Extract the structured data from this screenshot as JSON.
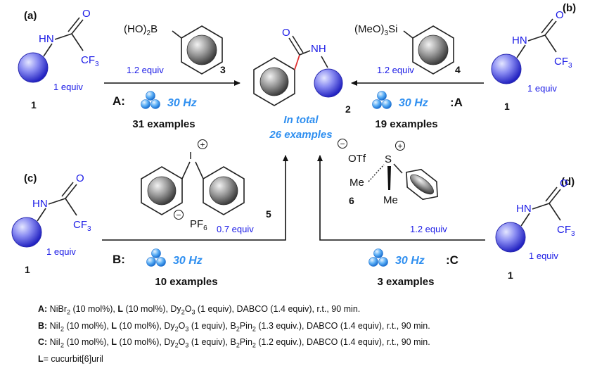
{
  "panels": {
    "a": "(a)",
    "b": "(b)",
    "c": "(c)",
    "d": "(d)"
  },
  "substrate": {
    "nh": "HN",
    "o": "O",
    "cf3": "CF",
    "cf3_sub": "3",
    "equiv": "1 equiv",
    "num": "1"
  },
  "product": {
    "nh": "NH",
    "o": "O",
    "num": "2",
    "total_line1": "In total",
    "total_line2": "26 examples"
  },
  "reagent3": {
    "formula": "(HO)",
    "formula_sub": "2",
    "atom": "B",
    "equiv": "1.2 equiv",
    "num": "3"
  },
  "reagent4": {
    "formula": "(MeO)",
    "formula_sub": "3",
    "atom": "Si",
    "equiv": "1.2 equiv",
    "num": "4"
  },
  "reagent5": {
    "iodine": "I",
    "anion": "PF",
    "anion_sub": "6",
    "equiv": "0.7 equiv",
    "num": "5"
  },
  "reagent6": {
    "anion": "OTf",
    "sulfur": "S",
    "me1": "Me",
    "me2": "Me",
    "equiv": "1.2 equiv",
    "num": "6"
  },
  "charges": {
    "plus": "+",
    "minus": "−"
  },
  "routes": {
    "a_left": {
      "label": "A:",
      "freq": "30 Hz",
      "examples": "31 examples"
    },
    "a_right": {
      "label": ":A",
      "freq": "30 Hz",
      "examples": "19 examples"
    },
    "b": {
      "label": "B:",
      "freq": "30 Hz",
      "examples": "10 examples"
    },
    "c": {
      "label": ":C",
      "freq": "30 Hz",
      "examples": "3 examples"
    }
  },
  "conditions": {
    "A": {
      "tag": "A:",
      "p1": " NiBr",
      "s1": "2",
      "p2": " (10 mol%), ",
      "L": "L",
      "p3": " (10 mol%), Dy",
      "s3": "2",
      "p3b": "O",
      "s3b": "3",
      "p4": " (1 equiv), DABCO (1.4 equiv), r.t., 90 min."
    },
    "B": {
      "tag": "B:",
      "p1": " NiI",
      "s1": "2",
      "p2": " (10 mol%), ",
      "L": "L",
      "p3": " (10 mol%), Dy",
      "s3": "2",
      "p3b": "O",
      "s3b": "3",
      "p4": " (1 equiv), B",
      "s4": "2",
      "p4b": "Pin",
      "s4b": "2",
      "p5": " (1.3 equiv.), DABCO (1.4 equiv), r.t., 90 min."
    },
    "C": {
      "tag": "C:",
      "p1": " NiI",
      "s1": "2",
      "p2": " (10 mol%), ",
      "L": "L",
      "p3": " (10 mol%), Dy",
      "s3": "2",
      "p3b": "O",
      "s3b": "3",
      "p4": " (1 equiv), B",
      "s4": "2",
      "p4b": "Pin",
      "s4b": "2",
      "p5": " (1.2 equiv.), DABCO (1.4 equiv), r.t., 90 min."
    },
    "L_def": {
      "tag": "L",
      "text": "= cucurbit[6]uril"
    }
  },
  "colors": {
    "blue_text": "#1a1ae6",
    "accent": "#2f8ff0",
    "bond": "#222222",
    "new_bond": "#e03030",
    "ball_light": "#d8dcff",
    "ball_dark": "#2626c8",
    "grey_light": "#e6e6e6",
    "grey_dark": "#3c3c3c"
  }
}
